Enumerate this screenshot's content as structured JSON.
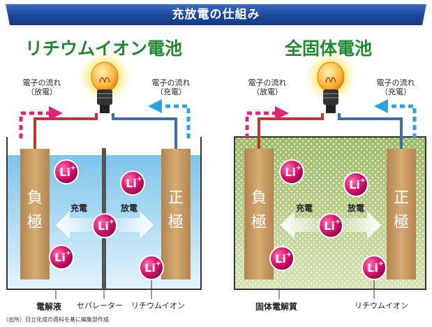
{
  "header": {
    "title": "充放電の仕組み",
    "bar_color": "#1e4a9c"
  },
  "lithium_ion": {
    "title": "リチウムイオン電池",
    "electron_flow_left": [
      "電子の流れ",
      "（放電）"
    ],
    "electron_flow_right": [
      "電子の流れ",
      "（充電）"
    ],
    "negative_electrode": [
      "負",
      "極"
    ],
    "positive_electrode": [
      "正",
      "極"
    ],
    "charge_label": "充電",
    "discharge_label": "放電",
    "ion_label": "Li",
    "ion_charge": "+",
    "electrolyte_label": "電解液",
    "separator_label": "セパレーター",
    "lithium_ion_label": "リチウムイオン",
    "electrolyte_color": "#9fd3ef"
  },
  "solid_state": {
    "title": "全固体電池",
    "electron_flow_left": [
      "電子の流れ",
      "（放電）"
    ],
    "electron_flow_right": [
      "電子の流れ",
      "（充電）"
    ],
    "negative_electrode": [
      "負",
      "極"
    ],
    "positive_electrode": [
      "正",
      "極"
    ],
    "charge_label": "充電",
    "discharge_label": "放電",
    "ion_label": "Li",
    "ion_charge": "+",
    "electrolyte_label": "固体電解質",
    "lithium_ion_label": "リチウムイオン",
    "electrolyte_color": "#b9cf8e"
  },
  "colors": {
    "title_green": "#1d8a2e",
    "discharge_arrow": "#e0247a",
    "charge_arrow": "#2aa3e0",
    "electrode": "#c89a64",
    "ion": "#d4106a",
    "wire_red": "#c2372a",
    "wire_blue": "#3a6fb0"
  },
  "footer": {
    "source": "（出所）日立化成の資料を基に編集部作成"
  }
}
